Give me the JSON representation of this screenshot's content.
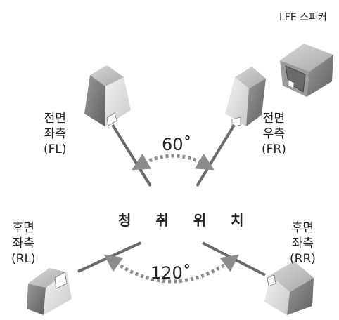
{
  "labels": {
    "lfe": "LFE 스피커",
    "listening_position": "청 취 위 치",
    "angle_front": "60˚",
    "angle_rear": "120˚",
    "fl": {
      "line1": "전면",
      "line2": "좌측",
      "line3": "(FL)"
    },
    "fr": {
      "line1": "전면",
      "line2": "우측",
      "line3": "(FR)"
    },
    "rl": {
      "line1": "후면",
      "line2": "좌측",
      "line3": "(RL)"
    },
    "rr": {
      "line1": "후면",
      "line2": "좌측",
      "line3": "(RR)"
    }
  },
  "colors": {
    "speaker_top": "#bdbdbd",
    "speaker_side": "#8a8a8a",
    "speaker_front": "#e6e6e6",
    "line": "#6b6b6b",
    "arc": "#8c8c8c",
    "text": "#222222"
  },
  "icons": [
    "speaker-fl-icon",
    "speaker-fr-icon",
    "speaker-rl-icon",
    "speaker-rr-icon",
    "lfe-subwoofer-icon"
  ]
}
